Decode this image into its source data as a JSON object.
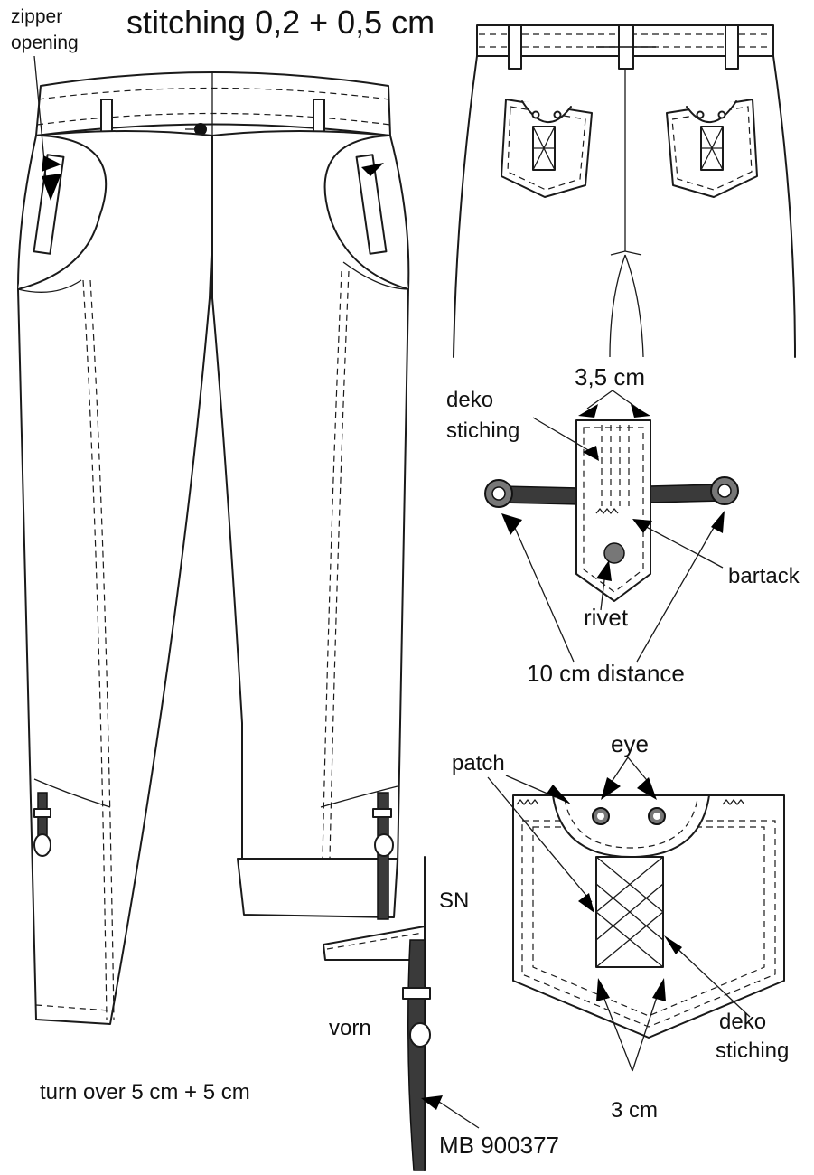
{
  "labels": {
    "title": "stitching 0,2 + 0,5 cm",
    "zipper_opening_1": "zipper",
    "zipper_opening_2": "opening",
    "width_35": "3,5 cm",
    "deko_stiching_1_a": "deko",
    "deko_stiching_1_b": "stiching",
    "bartack": "bartack",
    "rivet": "rivet",
    "distance_10": "10 cm distance",
    "eye": "eye",
    "patch": "patch",
    "deko_stiching_2_a": "deko",
    "deko_stiching_2_b": "stiching",
    "width_3": "3 cm",
    "sn": "SN",
    "vorn": "vorn",
    "turn_over": "turn over 5 cm + 5 cm",
    "article": "MB 900377"
  },
  "colors": {
    "line": "#1a1a1a",
    "strap": "#3a3a3a",
    "eyelet": "#555555",
    "rivet": "#777777",
    "background": "#ffffff"
  }
}
